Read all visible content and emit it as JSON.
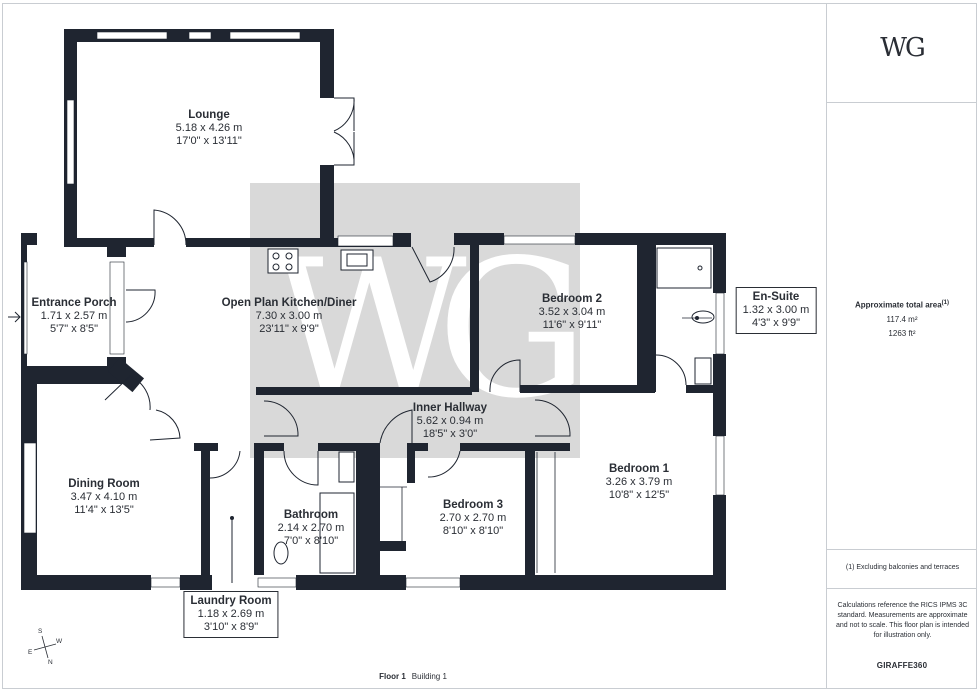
{
  "brand_initials": "WG",
  "sidebar": {
    "area_title": "Approximate total area",
    "area_superscript": "(1)",
    "area_m2": "117.4 m²",
    "area_ft2": "1263 ft²",
    "excluding_note": "(1) Excluding balconies and terraces",
    "disclaimer": "Calculations reference the RICS IPMS 3C standard. Measurements are approximate and not to scale. This floor plan is intended for illustration only.",
    "provider": "GIRAFFE360"
  },
  "footer": {
    "floor": "Floor 1",
    "building": "Building 1"
  },
  "compass": {
    "s": "S",
    "w": "W",
    "e": "E",
    "n": "N"
  },
  "rooms": [
    {
      "name": "Lounge",
      "metric": "5.18 x 4.26 m",
      "imperial": "17'0\" x 13'11\""
    },
    {
      "name": "Entrance Porch",
      "metric": "1.71 x 2.57 m",
      "imperial": "5'7\" x 8'5\""
    },
    {
      "name": "Open Plan Kitchen/Diner",
      "metric": "7.30 x 3.00 m",
      "imperial": "23'11\" x 9'9\""
    },
    {
      "name": "Bedroom 2",
      "metric": "3.52 x 3.04 m",
      "imperial": "11'6\" x 9'11\""
    },
    {
      "name": "En-Suite",
      "metric": "1.32 x 3.00 m",
      "imperial": "4'3\" x 9'9\""
    },
    {
      "name": "Inner Hallway",
      "metric": "5.62 x 0.94 m",
      "imperial": "18'5\" x 3'0\""
    },
    {
      "name": "Dining Room",
      "metric": "3.47 x 4.10 m",
      "imperial": "11'4\" x 13'5\""
    },
    {
      "name": "Bathroom",
      "metric": "2.14 x 2.70 m",
      "imperial": "7'0\" x 8'10\""
    },
    {
      "name": "Bedroom 3",
      "metric": "2.70 x 2.70 m",
      "imperial": "8'10\" x 8'10\""
    },
    {
      "name": "Bedroom 1",
      "metric": "3.26 x 3.79 m",
      "imperial": "10'8\" x 12'5\""
    },
    {
      "name": "Laundry Room",
      "metric": "1.18 x 2.69 m",
      "imperial": "3'10\" x 8'9\""
    }
  ]
}
